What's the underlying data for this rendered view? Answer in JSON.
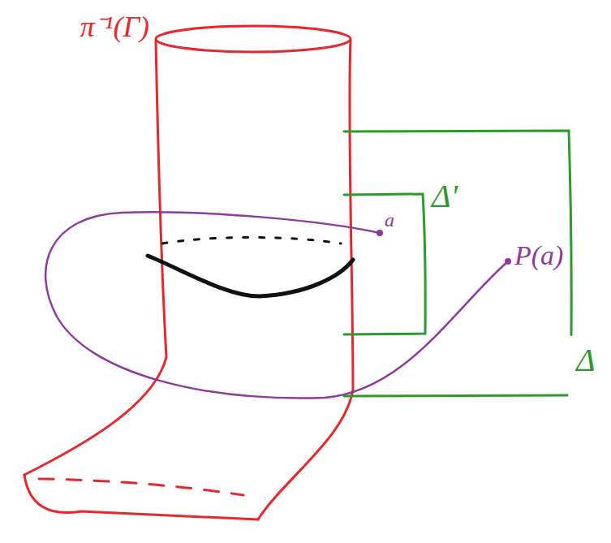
{
  "diagram": {
    "nodes": [
      {
        "text": [
          "Δ"
        ]
      },
      {
        "text": [
          "Δ'"
        ],
        "in": 0
      }
    ],
    "labels": [
      "π⁻¹(Γ)",
      "a",
      "P(a)"
    ]
  }
}
